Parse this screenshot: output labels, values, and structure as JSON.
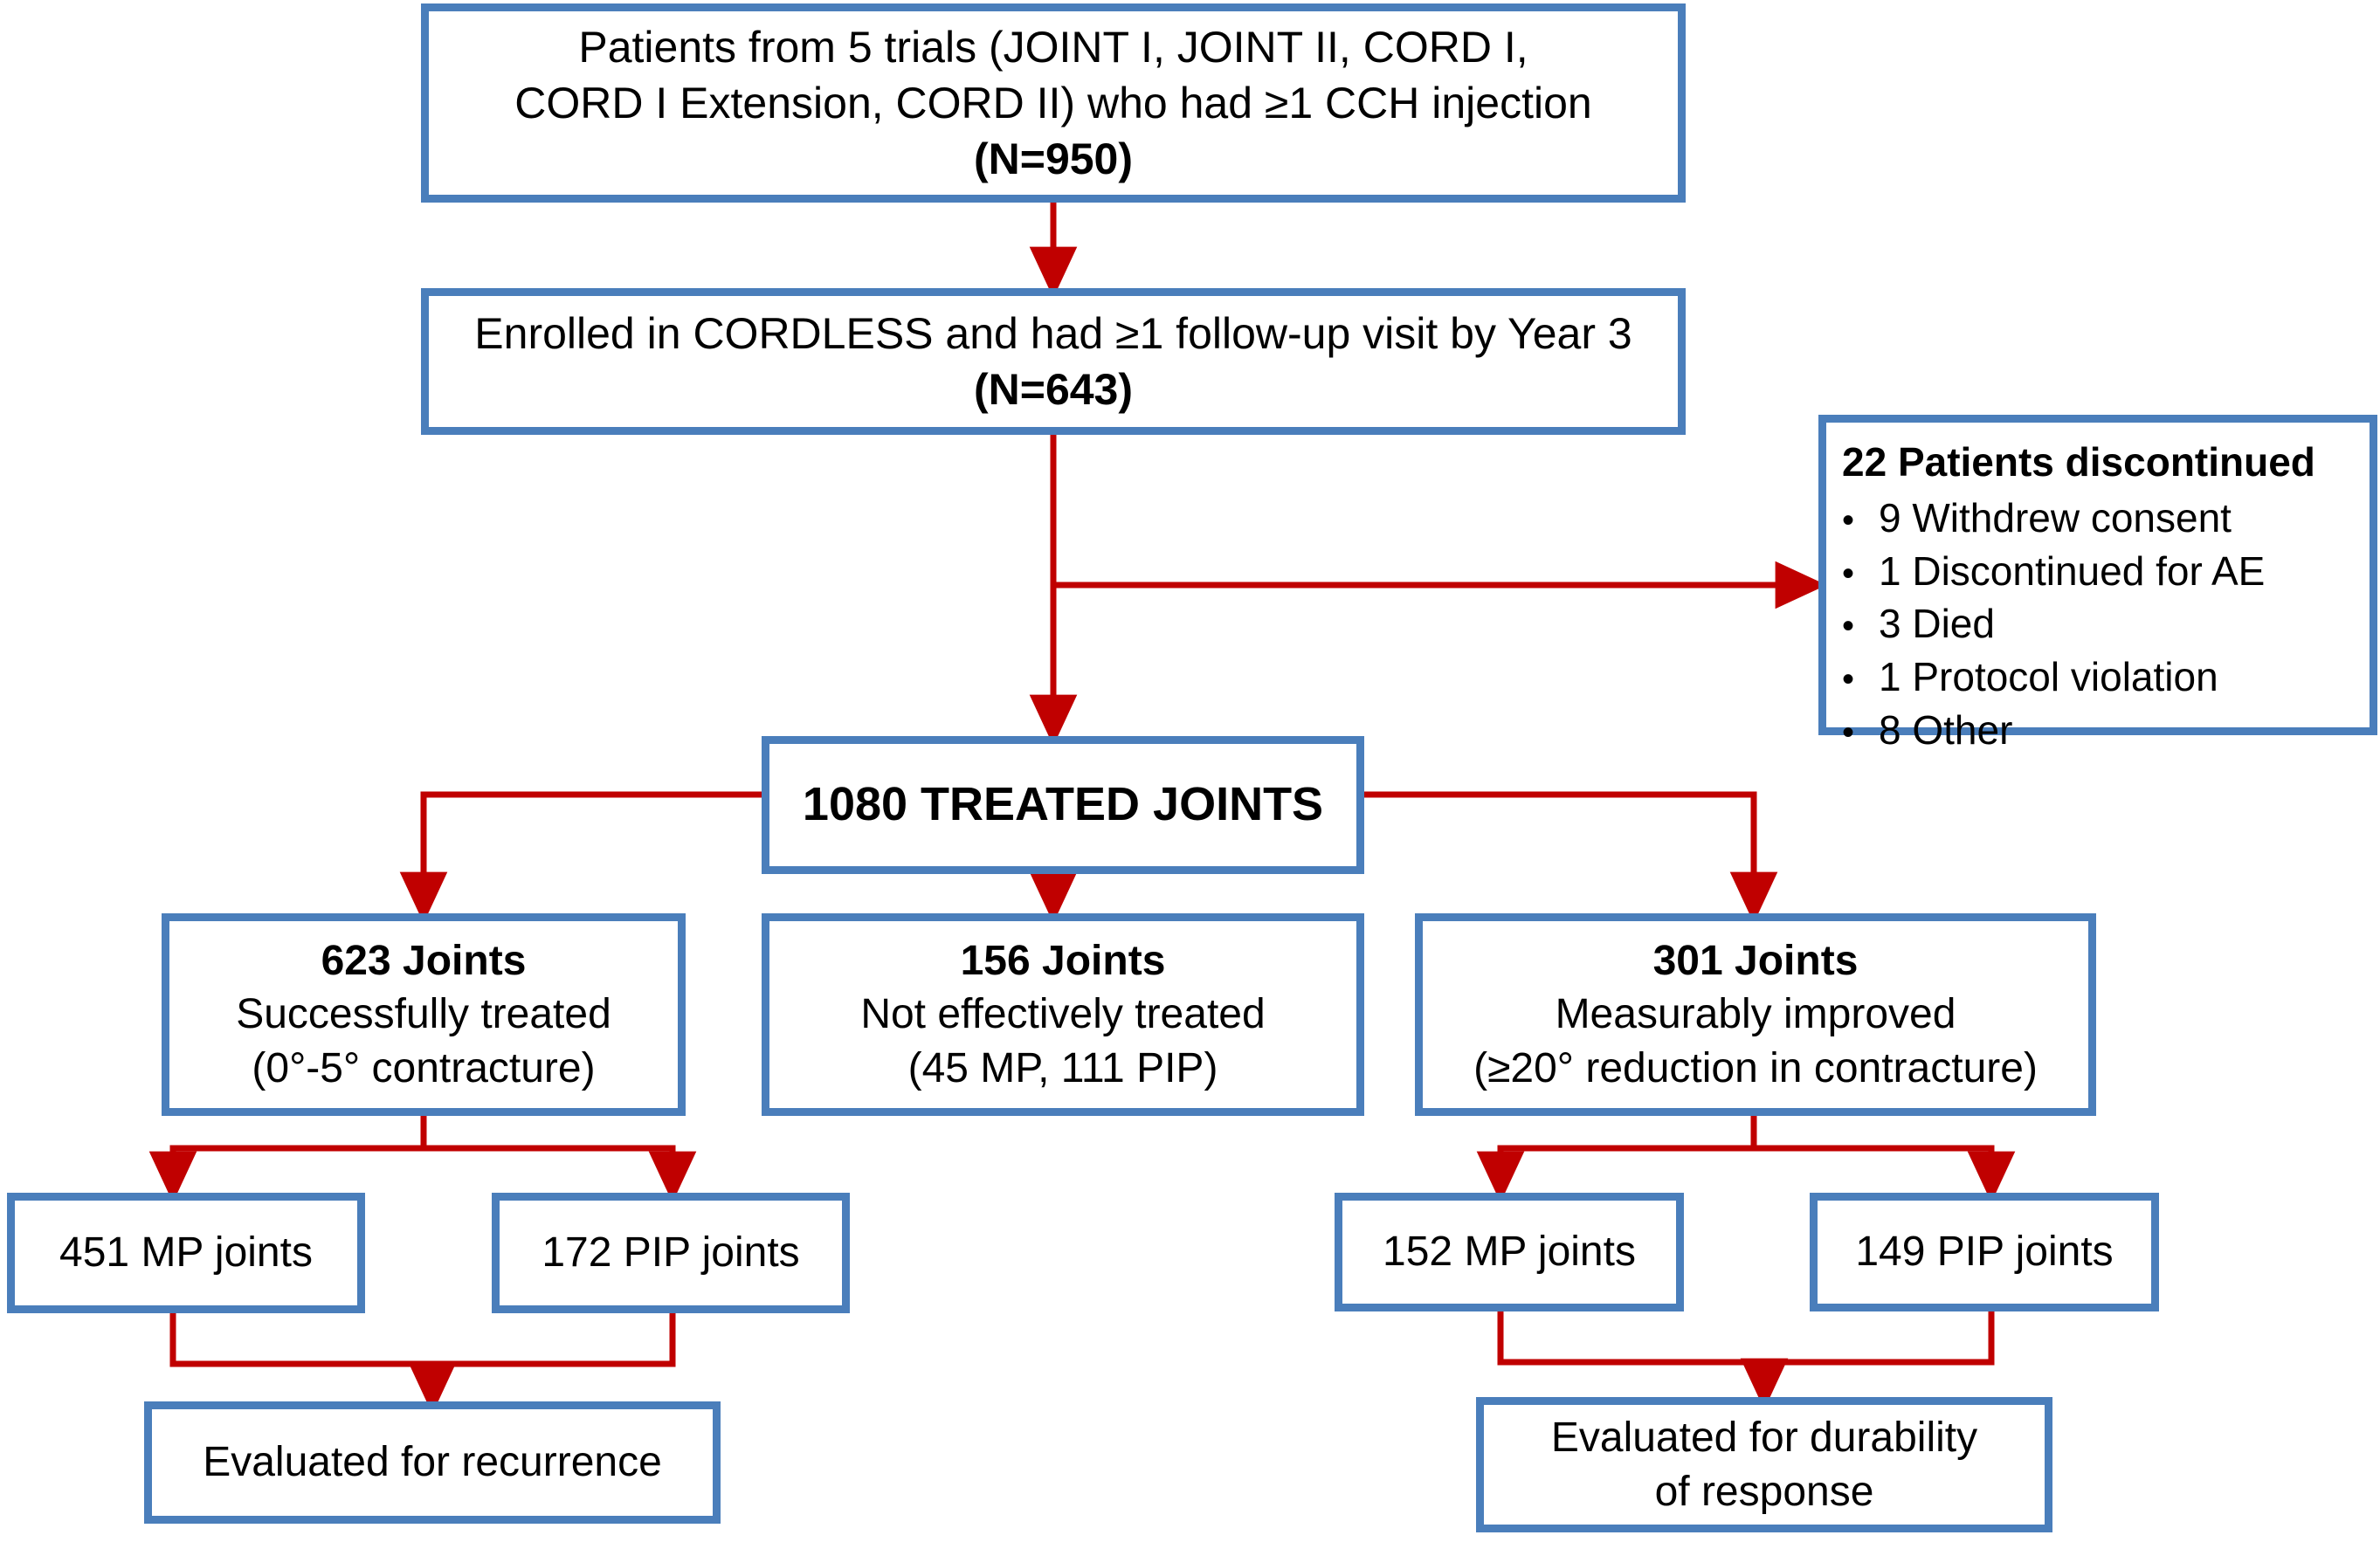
{
  "diagram": {
    "title": "CORDLESS study patient and joint disposition flow chart",
    "accent_box_border": "#4a7ebb",
    "accent_connector": "#c00000",
    "nodes": {
      "trials": {
        "lines": [
          "Patients from 5 trials (JOINT I, JOINT II, CORD I,",
          "CORD I Extension, CORD II) who had ≥1 CCH injection"
        ],
        "count": "(N=950)"
      },
      "enrolled": {
        "lines": [
          "Enrolled in CORDLESS and had ≥1 follow-up visit by Year 3"
        ],
        "count": "(N=643)"
      },
      "discontinued": {
        "title": "22 Patients discontinued",
        "items": [
          "9 Withdrew consent",
          "1 Discontinued for AE",
          "3  Died",
          "1 Protocol violation",
          "8 Other"
        ],
        "bullet": "•"
      },
      "treated_joints": {
        "label": "1080 TREATED JOINTS"
      },
      "successful": {
        "count": "623 Joints",
        "line2": "Successfully treated",
        "line3": "(0°-5° contracture)"
      },
      "not_effective": {
        "count": "156 Joints",
        "line2": "Not effectively treated",
        "line3": "(45 MP, 111 PIP)"
      },
      "improved": {
        "count": "301 Joints",
        "line2": "Measurably improved",
        "line3": "(≥20° reduction in contracture)"
      },
      "mp_451": {
        "label": "451 MP joints"
      },
      "pip_172": {
        "label": "172 PIP joints"
      },
      "mp_152": {
        "label": "152 MP joints"
      },
      "pip_149": {
        "label": "149 PIP joints"
      },
      "recurrence": {
        "lines": [
          "Evaluated for recurrence"
        ]
      },
      "durability": {
        "lines": [
          "Evaluated for durability",
          "of response"
        ]
      }
    }
  }
}
